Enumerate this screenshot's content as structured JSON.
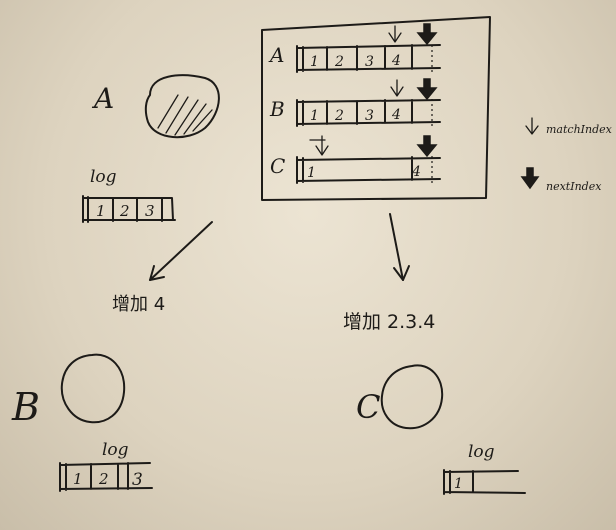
{
  "left_top": {
    "node_label": "A",
    "log_label": "log",
    "log_entries": [
      "1",
      "2",
      "3"
    ]
  },
  "replication_panel": {
    "rows": [
      {
        "label": "A",
        "entries": [
          "1",
          "2",
          "3",
          "4"
        ]
      },
      {
        "label": "B",
        "entries": [
          "1",
          "2",
          "3",
          "4"
        ]
      },
      {
        "label": "C",
        "entries": [
          "1",
          "4"
        ]
      }
    ]
  },
  "legend": {
    "match_index": "matchIndex",
    "next_index": "nextIndex"
  },
  "actions": {
    "left": "增加 4",
    "right": "增加 2.3.4"
  },
  "bottom_left": {
    "node_label": "B",
    "log_label": "log",
    "log_entries": [
      "1",
      "2",
      "3"
    ]
  },
  "bottom_right": {
    "node_label": "C",
    "log_label": "log",
    "log_entries": [
      "1"
    ]
  },
  "colors": {
    "ink": "#1d1b18",
    "paper": "#e0d7c4"
  }
}
